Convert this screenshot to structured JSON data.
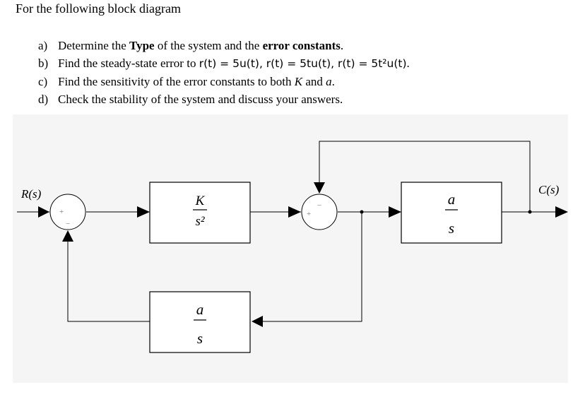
{
  "intro": "For the following block diagram",
  "questions": [
    {
      "label": "a)",
      "pre": "Determine the ",
      "b1": "Type",
      "mid": " of the system and the ",
      "b2": "error constants",
      "post": "."
    },
    {
      "label": "b)",
      "pre": "Find the steady-state error to ",
      "eq": "r(t) = 5u(t), r(t) = 5tu(t), r(t) = 5t²u(t)",
      "post": "."
    },
    {
      "label": "c)",
      "pre": "Find the sensitivity of the error constants to both ",
      "k": "K",
      "mid": " and ",
      "a": "a",
      "post": "."
    },
    {
      "label": "d)",
      "text": "Check the stability of the system and discuss your answers."
    }
  ],
  "diagram": {
    "input_label": "R(s)",
    "output_label": "C(s)",
    "block1": {
      "num": "K",
      "den": "s²"
    },
    "block2": {
      "num": "a",
      "den": "s"
    },
    "block3": {
      "num": "a",
      "den": "s"
    },
    "sum1_signs": {
      "top_left": "+",
      "bottom": "−"
    },
    "sum2_signs": {
      "bottom_left": "+",
      "top": "−"
    }
  }
}
